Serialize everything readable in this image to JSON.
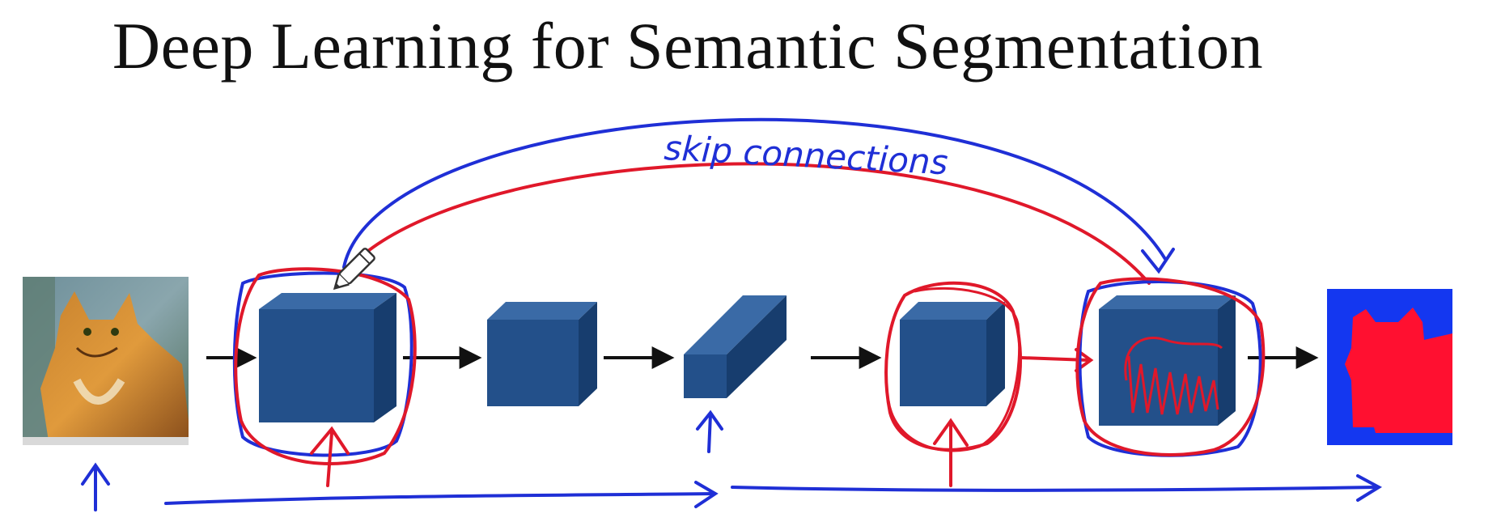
{
  "title": "Deep Learning for Semantic Segmentation",
  "annotations": {
    "skip_label": "skip connections"
  },
  "colors": {
    "block_front": "#23508a",
    "block_top": "#3a6aa6",
    "block_side": "#173d6e",
    "ink_blue": "#1f2fd6",
    "ink_red": "#e0182a",
    "arrow": "#111111",
    "mask_background": "#1437f0",
    "mask_cat": "#ff1030"
  },
  "icons": {
    "pen_cursor": "pencil-icon"
  },
  "images": {
    "input": "cat-photo",
    "output": "segmentation-mask"
  }
}
